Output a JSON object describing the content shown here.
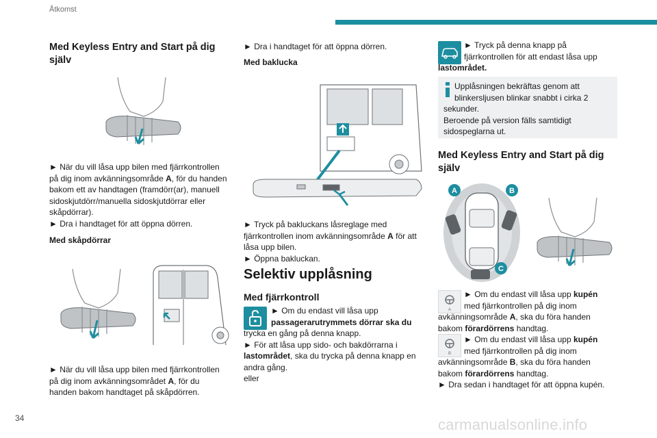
{
  "header": {
    "section": "Åtkomst",
    "accent": "#1a8fa0"
  },
  "page_number": "34",
  "col1": {
    "heading": "Med Keyless Entry and Start på dig själv",
    "para1_lines": [
      "► När du vill låsa upp bilen med fjärrkontrollen",
      "på dig inom avkänningsområde A, för du handen",
      "bakom ett av handtagen (framdörr(ar), manuell",
      "sidoskjutdörr/manuella sidoskjutdörrar eller",
      "skåpdörrar)."
    ],
    "para1_action": "► Dra i handtaget för att öppna dörren.",
    "subheading_doors": "Med skåpdörrar",
    "para2_lines": [
      "► När du vill låsa upp bilen med fjärrkontrollen",
      "på dig inom avkänningsområdet A, för du",
      "handen bakom handtaget på skåpdörren."
    ]
  },
  "col2": {
    "para_top": "► Dra i handtaget för att öppna dörren.",
    "subheading_tailgate": "Med baklucka",
    "para_tailgate_lines": [
      "► Tryck på bakluckans låsreglage med",
      "fjärrkontrollen inom avkänningsområde A för att",
      "låsa upp bilen."
    ],
    "para_tailgate_action": "► Öppna bakluckan.",
    "section_title": "Selektiv upplåsning",
    "subsection_title": "Med fjärrkontroll",
    "remote_lines": [
      "► Om du endast vill låsa upp",
      "passagerarutrymmets dörrar ska du",
      "trycka en gång på denna knapp.",
      "► För att låsa upp sido- och bakdörrarna i",
      "lastområdet, ska du trycka på denna knapp en",
      "andra gång.",
      "eller"
    ]
  },
  "col3": {
    "cargo_lines": [
      "► Tryck på denna knapp på",
      "fjärrkontrollen för att endast låsa upp",
      "lastområdet."
    ],
    "info_lines": [
      "Upplåsningen bekräftas genom att",
      "blinkersljusen blinkar snabbt i cirka 2",
      "sekunder.",
      "Beroende på version fälls samtidigt",
      "sidospeglarna ut."
    ],
    "heading": "Med Keyless Entry and Start på dig själv",
    "diagram_labels": [
      "A",
      "B",
      "C"
    ],
    "cabin_a_lines": [
      "► Om du endast vill låsa upp kupén",
      "med fjärrkontrollen på dig inom",
      "avkänningsområde A, ska du föra handen",
      "bakom förardörrens handtag."
    ],
    "cabin_b_lines": [
      "► Om du endast vill låsa upp kupén",
      "med fjärrkontrollen på dig inom",
      "avkänningsområde B, ska du föra handen",
      "bakom förardörrens handtag."
    ],
    "final_action": "► Dra sedan i handtaget för att öppna kupén."
  },
  "watermark": "carmanualsonline.info"
}
